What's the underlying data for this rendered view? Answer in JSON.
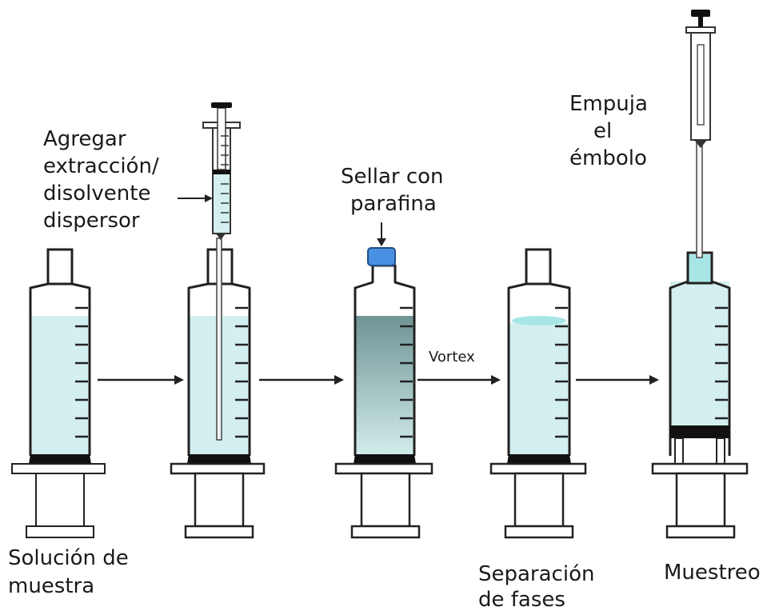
{
  "labels": {
    "step1": [
      "Solución de",
      "muestra"
    ],
    "step2": [
      "Agregar",
      "extracción/",
      "disolvente",
      "dispersor"
    ],
    "step3": [
      "Sellar con",
      "parafina"
    ],
    "vortex": "Vortex",
    "step4": [
      "Separación",
      "de fases"
    ],
    "step5_top": [
      "Empuja",
      "el",
      "émbolo"
    ],
    "step5_bottom": "Muestreo"
  },
  "colors": {
    "liquid": "#d3efef",
    "liquid_cyan": "#a8e6e6",
    "mixed_dark": "#7fa3a3",
    "paraffin_cap": "#4a90e2",
    "plunger": "#111111"
  }
}
